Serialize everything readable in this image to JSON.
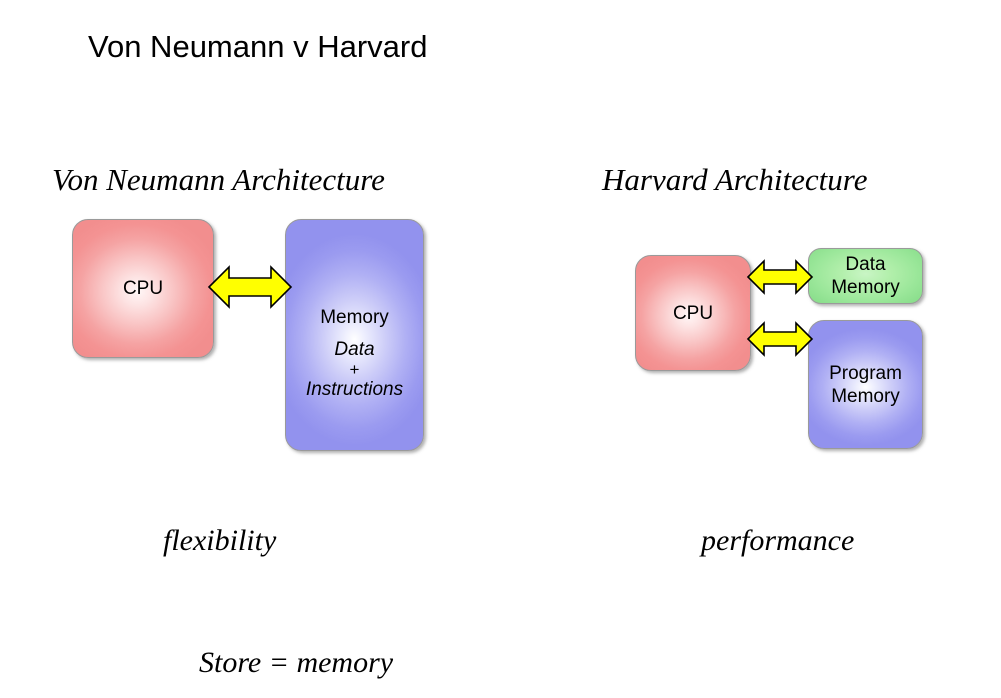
{
  "slide": {
    "title": "Von Neumann v Harvard",
    "background_color": "#ffffff"
  },
  "left_panel": {
    "heading": "Von Neumann Architecture",
    "caption": "flexibility",
    "cpu_box": {
      "label": "CPU",
      "fill_color": "#f49393",
      "border_color": "#9a9a9a"
    },
    "memory_box": {
      "label": "Memory",
      "line_data": "Data",
      "line_plus": "+",
      "line_instructions": "Instructions",
      "fill_color": "#9b9bf0",
      "border_color": "#9a9a9a"
    },
    "connector": {
      "kind": "double-headed-arrow",
      "fill_color": "#ffff00",
      "stroke_color": "#000000"
    }
  },
  "right_panel": {
    "heading": "Harvard Architecture",
    "caption": "performance",
    "cpu_box": {
      "label": "CPU",
      "fill_color": "#f49393",
      "border_color": "#9a9a9a"
    },
    "data_memory_box": {
      "line_1": "Data",
      "line_2": "Memory",
      "fill_color": "#8ade8c",
      "border_color": "#9a9a9a"
    },
    "program_memory_box": {
      "line_1": "Program",
      "line_2": "Memory",
      "fill_color": "#9b9bf0",
      "border_color": "#9a9a9a"
    },
    "connector_data": {
      "kind": "double-headed-arrow",
      "fill_color": "#ffff00",
      "stroke_color": "#000000"
    },
    "connector_program": {
      "kind": "double-headed-arrow",
      "fill_color": "#ffff00",
      "stroke_color": "#000000"
    }
  },
  "footer": {
    "note": "Store = memory"
  }
}
